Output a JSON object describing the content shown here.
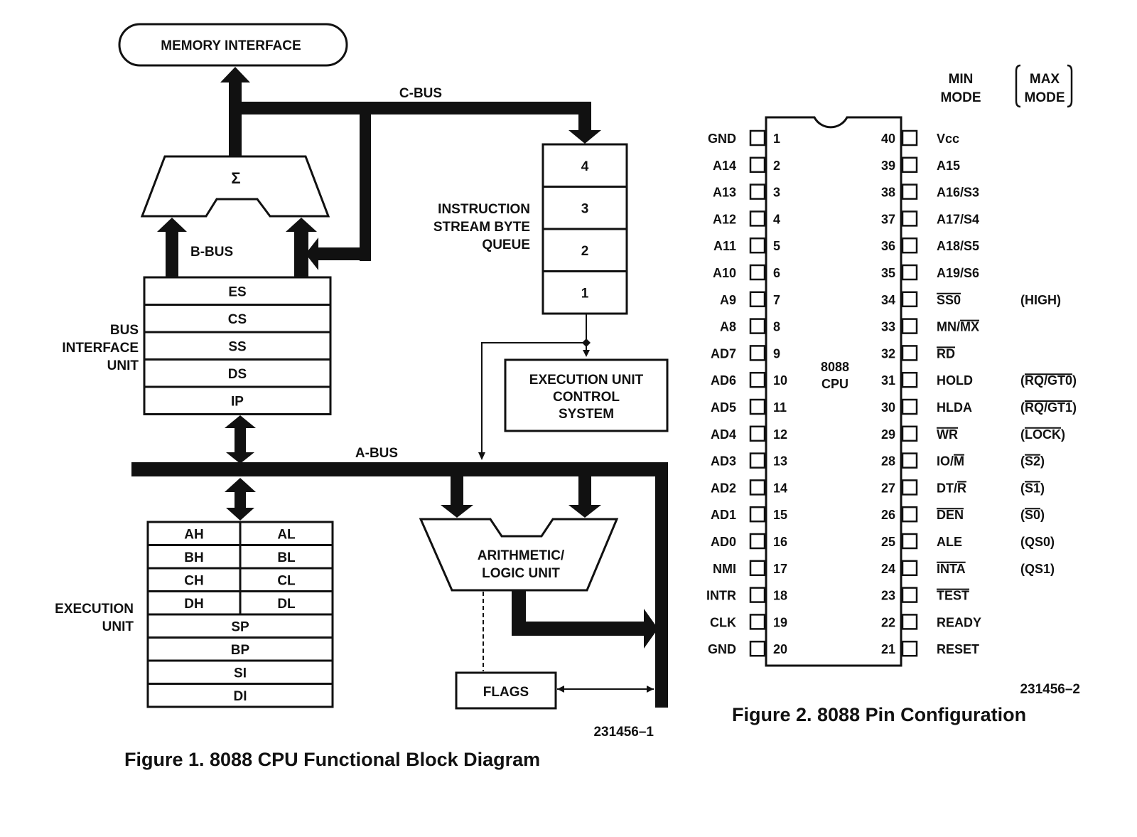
{
  "figure1": {
    "memory_interface": "MEMORY INTERFACE",
    "c_bus": "C-BUS",
    "b_bus": "B-BUS",
    "a_bus": "A-BUS",
    "sigma": "Σ",
    "queue_label": [
      "INSTRUCTION",
      "STREAM BYTE",
      "QUEUE"
    ],
    "queue_slots": [
      "4",
      "3",
      "2",
      "1"
    ],
    "biu_label": [
      "BUS",
      "INTERFACE",
      "UNIT"
    ],
    "biu_registers": [
      "ES",
      "CS",
      "SS",
      "DS",
      "IP"
    ],
    "eu_control": [
      "EXECUTION UNIT",
      "CONTROL",
      "SYSTEM"
    ],
    "eu_label": [
      "EXECUTION",
      "UNIT"
    ],
    "eu_pair_registers": [
      [
        "AH",
        "AL"
      ],
      [
        "BH",
        "BL"
      ],
      [
        "CH",
        "CL"
      ],
      [
        "DH",
        "DL"
      ]
    ],
    "eu_wide_registers": [
      "SP",
      "BP",
      "SI",
      "DI"
    ],
    "alu": [
      "ARITHMETIC/",
      "LOGIC UNIT"
    ],
    "flags": "FLAGS",
    "ref": "231456–1",
    "caption": "Figure 1. 8088 CPU Functional Block Diagram"
  },
  "figure2": {
    "min_mode": [
      "MIN",
      "MODE"
    ],
    "max_mode": [
      "MAX",
      "MODE"
    ],
    "chip_label": [
      "8088",
      "CPU"
    ],
    "left_pins": [
      {
        "num": "1",
        "name": "GND"
      },
      {
        "num": "2",
        "name": "A14"
      },
      {
        "num": "3",
        "name": "A13"
      },
      {
        "num": "4",
        "name": "A12"
      },
      {
        "num": "5",
        "name": "A11"
      },
      {
        "num": "6",
        "name": "A10"
      },
      {
        "num": "7",
        "name": "A9"
      },
      {
        "num": "8",
        "name": "A8"
      },
      {
        "num": "9",
        "name": "AD7"
      },
      {
        "num": "10",
        "name": "AD6"
      },
      {
        "num": "11",
        "name": "AD5"
      },
      {
        "num": "12",
        "name": "AD4"
      },
      {
        "num": "13",
        "name": "AD3"
      },
      {
        "num": "14",
        "name": "AD2"
      },
      {
        "num": "15",
        "name": "AD1"
      },
      {
        "num": "16",
        "name": "AD0"
      },
      {
        "num": "17",
        "name": "NMI"
      },
      {
        "num": "18",
        "name": "INTR"
      },
      {
        "num": "19",
        "name": "CLK"
      },
      {
        "num": "20",
        "name": "GND"
      }
    ],
    "right_pins": [
      {
        "num": "40",
        "name": "Vcc",
        "max": ""
      },
      {
        "num": "39",
        "name": "A15",
        "max": ""
      },
      {
        "num": "38",
        "name": "A16/S3",
        "max": ""
      },
      {
        "num": "37",
        "name": "A17/S4",
        "max": ""
      },
      {
        "num": "36",
        "name": "A18/S5",
        "max": ""
      },
      {
        "num": "35",
        "name": "A19/S6",
        "max": ""
      },
      {
        "num": "34",
        "name": "SS0",
        "max": "(HIGH)"
      },
      {
        "num": "33",
        "name": "MN/MX",
        "max": ""
      },
      {
        "num": "32",
        "name": "RD",
        "max": ""
      },
      {
        "num": "31",
        "name": "HOLD",
        "max": "(RQ/GT0)"
      },
      {
        "num": "30",
        "name": "HLDA",
        "max": "(RQ/GT1)"
      },
      {
        "num": "29",
        "name": "WR",
        "max": "(LOCK)"
      },
      {
        "num": "28",
        "name": "IO/M",
        "max": "(S2)"
      },
      {
        "num": "27",
        "name": "DT/R",
        "max": "(S1)"
      },
      {
        "num": "26",
        "name": "DEN",
        "max": "(S0)"
      },
      {
        "num": "25",
        "name": "ALE",
        "max": "(QS0)"
      },
      {
        "num": "24",
        "name": "INTA",
        "max": "(QS1)"
      },
      {
        "num": "23",
        "name": "TEST",
        "max": ""
      },
      {
        "num": "22",
        "name": "READY",
        "max": ""
      },
      {
        "num": "21",
        "name": "RESET",
        "max": ""
      }
    ],
    "ref": "231456–2",
    "caption": "Figure 2. 8088 Pin Configuration"
  }
}
